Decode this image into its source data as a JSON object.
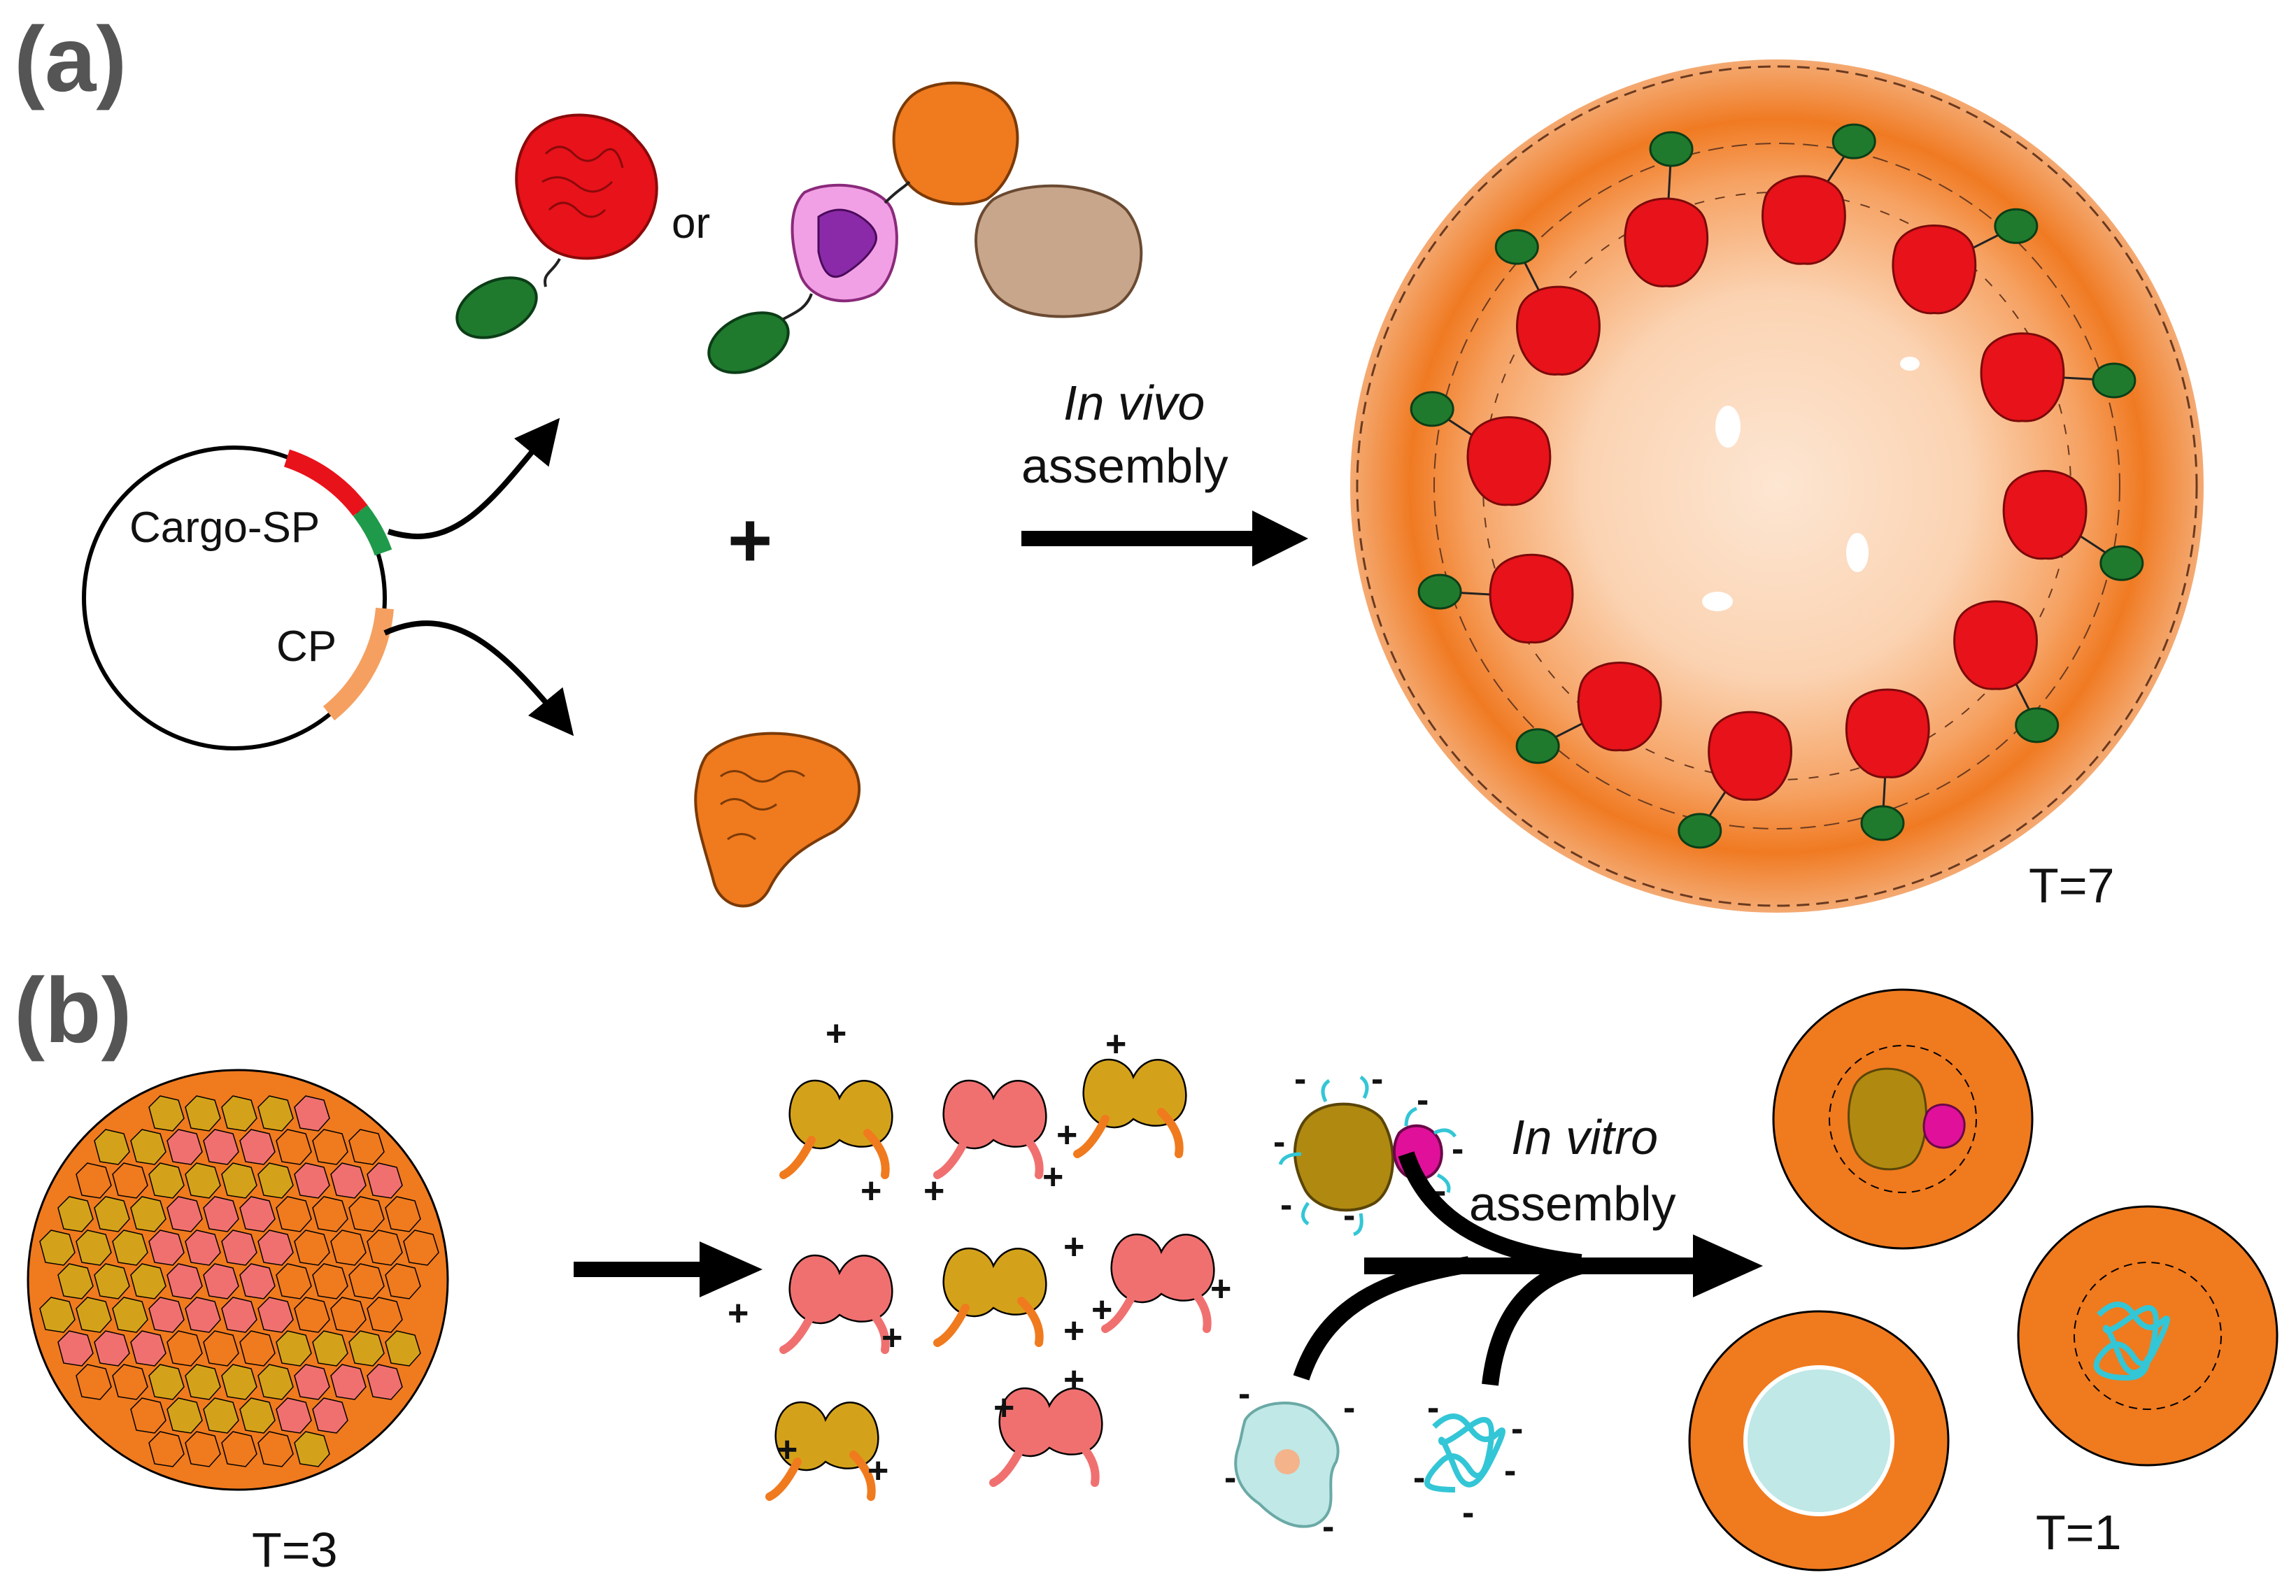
{
  "panel_a": {
    "label": "(a)",
    "plasmid_labels": {
      "cargo_sp": "Cargo-SP",
      "cp": "CP"
    },
    "or_text": "or",
    "plus": "+",
    "arrow_label": {
      "line1": "In vivo",
      "line2": "assembly"
    },
    "capsid_label": "T=7"
  },
  "panel_b": {
    "label": "(b)",
    "capsid_left_label": "T=3",
    "arrow_label": {
      "line1": "In vitro",
      "line2": "assembly"
    },
    "capsid_right_label": "T=1",
    "charges": {
      "positive": "+",
      "negative": "-"
    }
  },
  "colors": {
    "red_cargo": "#e8121a",
    "green_sp": "#1f7a2e",
    "orange_cp": "#f07a1e",
    "yellow_cp": "#d4a21a",
    "pink_cp": "#f07070",
    "olive_cargo": "#b08a10",
    "magenta_cargo": "#e0109a",
    "cyan_polymer": "#33c6d6",
    "light_cyan": "#bfe8e6",
    "arrow": "#000000"
  }
}
